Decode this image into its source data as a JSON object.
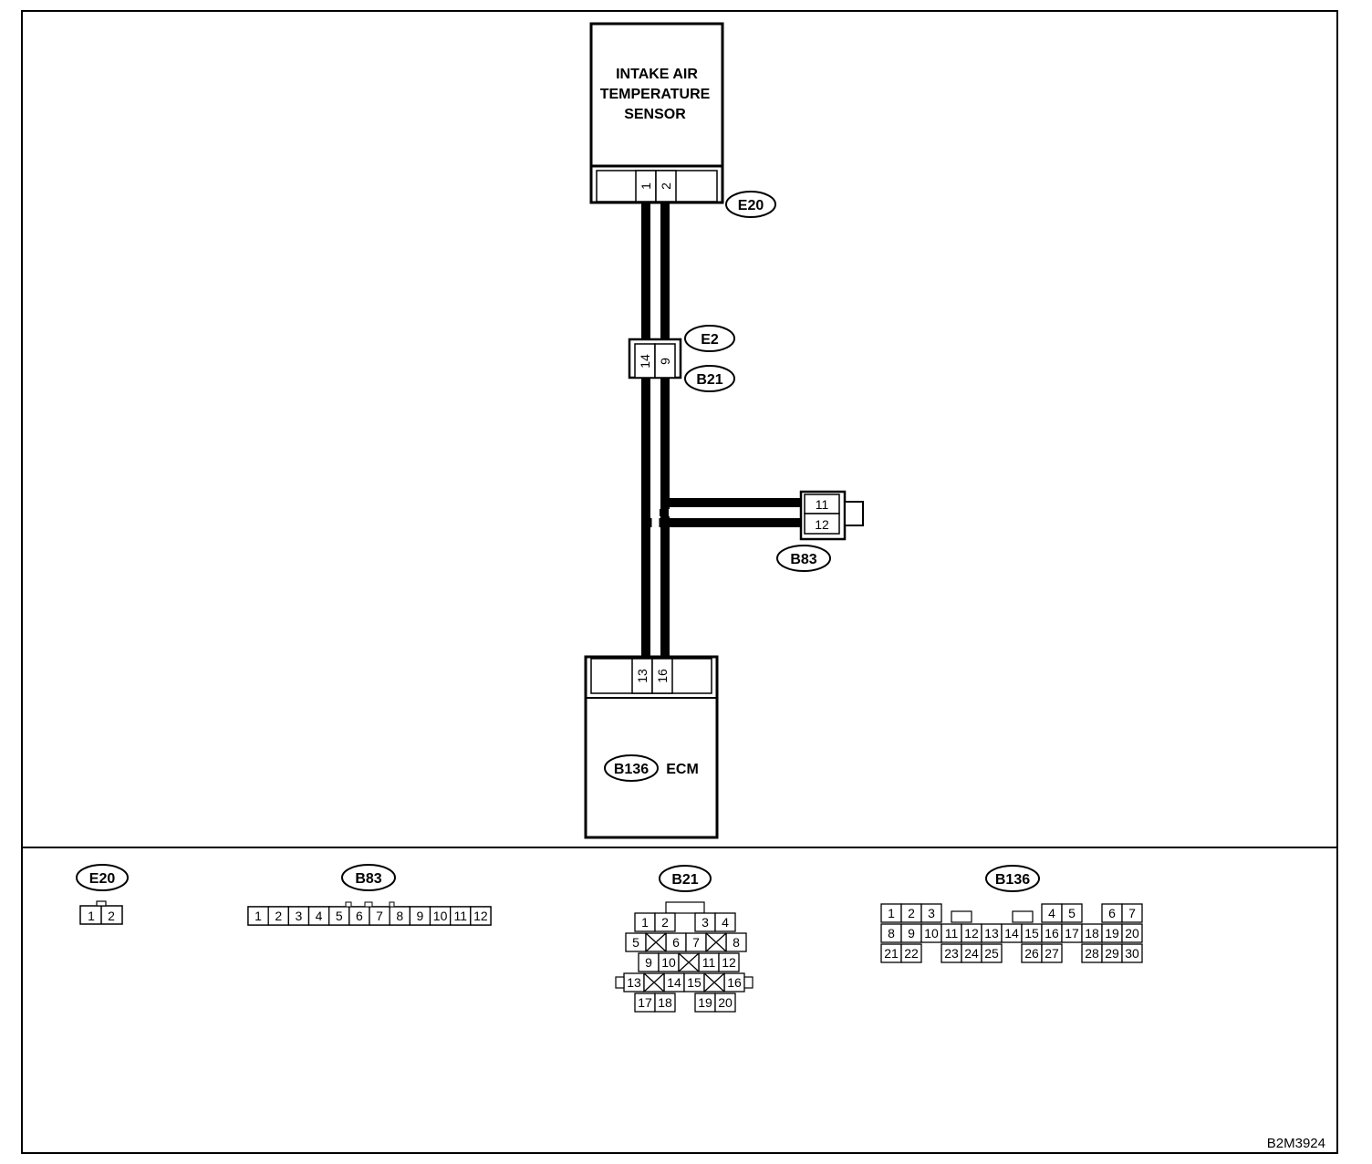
{
  "components": {
    "sensor": {
      "name_lines": [
        "INTAKE AIR",
        "TEMPERATURE",
        "SENSOR"
      ],
      "pins": [
        "1",
        "2"
      ],
      "connector": "E20"
    },
    "junction": {
      "pins": [
        "14",
        "9"
      ],
      "connector_top": "E2",
      "connector_bottom": "B21"
    },
    "side_connector": {
      "pins": [
        "11",
        "12"
      ],
      "connector": "B83"
    },
    "ecm": {
      "connector": "B136",
      "name": "ECM",
      "pins": [
        "13",
        "16"
      ]
    }
  },
  "connector_views": {
    "e20": {
      "label": "E20",
      "pins": [
        "1",
        "2"
      ]
    },
    "b83": {
      "label": "B83",
      "pins": [
        "1",
        "2",
        "3",
        "4",
        "5",
        "6",
        "7",
        "8",
        "9",
        "10",
        "11",
        "12"
      ]
    },
    "b21": {
      "label": "B21",
      "rows": [
        [
          "1",
          "2",
          "3",
          "4"
        ],
        [
          "5",
          "6",
          "7",
          "8"
        ],
        [
          "9",
          "10",
          "11",
          "12"
        ],
        [
          "13",
          "14",
          "15",
          "16"
        ],
        [
          "17",
          "18",
          "19",
          "20"
        ]
      ]
    },
    "b136": {
      "label": "B136",
      "rows": [
        [
          "1",
          "2",
          "3",
          "4",
          "5",
          "6",
          "7"
        ],
        [
          "8",
          "9",
          "10",
          "11",
          "12",
          "13",
          "14",
          "15",
          "16",
          "17",
          "18",
          "19",
          "20"
        ],
        [
          "21",
          "22",
          "23",
          "24",
          "25",
          "26",
          "27",
          "28",
          "29",
          "30"
        ]
      ]
    }
  },
  "figure_code": "B2M3924"
}
